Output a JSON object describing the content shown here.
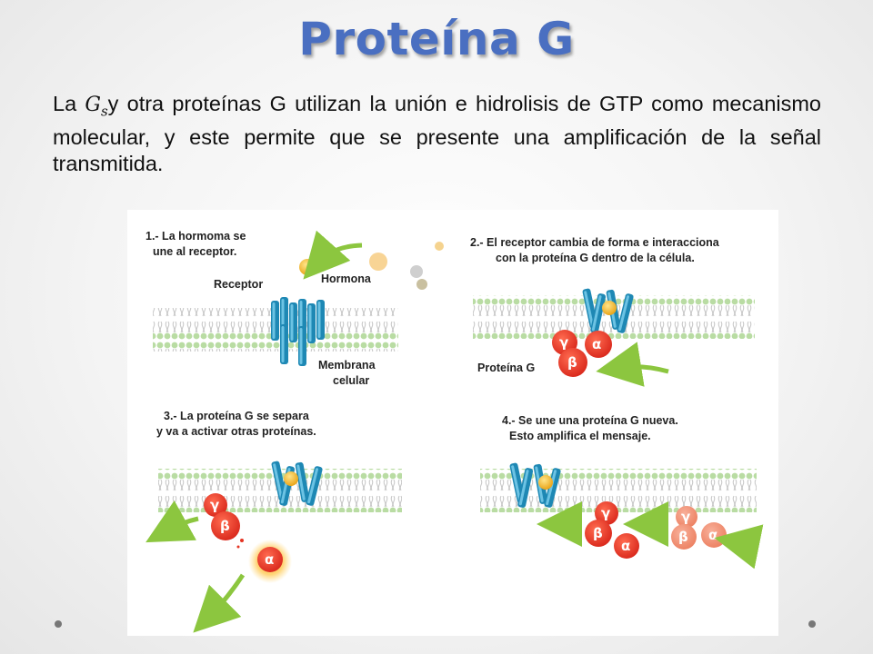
{
  "slide": {
    "title": "Proteína G",
    "text": {
      "prefix": "La ",
      "symbol_base": "G",
      "symbol_sub": "s",
      "rest": "y otra proteínas G utilizan la unión e hidrolisis de GTP como mecanismo molecular, y este permite que se presente una amplificación de la señal transmitida."
    }
  },
  "figure": {
    "step1": {
      "line1": "1.- La hormoma se",
      "line2": "une al receptor."
    },
    "step2": {
      "line1": "2.- El receptor cambia de forma e interacciona",
      "line2": "con la proteína G dentro de la célula."
    },
    "step3": {
      "line1": "3.- La proteína G se separa",
      "line2": "y va a activar otras proteínas."
    },
    "step4": {
      "line1": "4.- Se une una proteína G nueva.",
      "line2": "Esto amplifica el mensaje."
    },
    "labels": {
      "receptor": "Receptor",
      "hormona": "Hormona",
      "membrana1": "Membrana",
      "membrana2": "celular",
      "proteina_g": "Proteína G"
    },
    "subunits": {
      "alpha": "α",
      "beta": "β",
      "gamma": "γ"
    }
  },
  "colors": {
    "title": "#4a6fc1",
    "receptor": "#1e88b4",
    "subunit": "#e53322",
    "subunit_new": "#f08a6a",
    "arrow": "#8cc63f",
    "hormone": "#f2b21b"
  }
}
